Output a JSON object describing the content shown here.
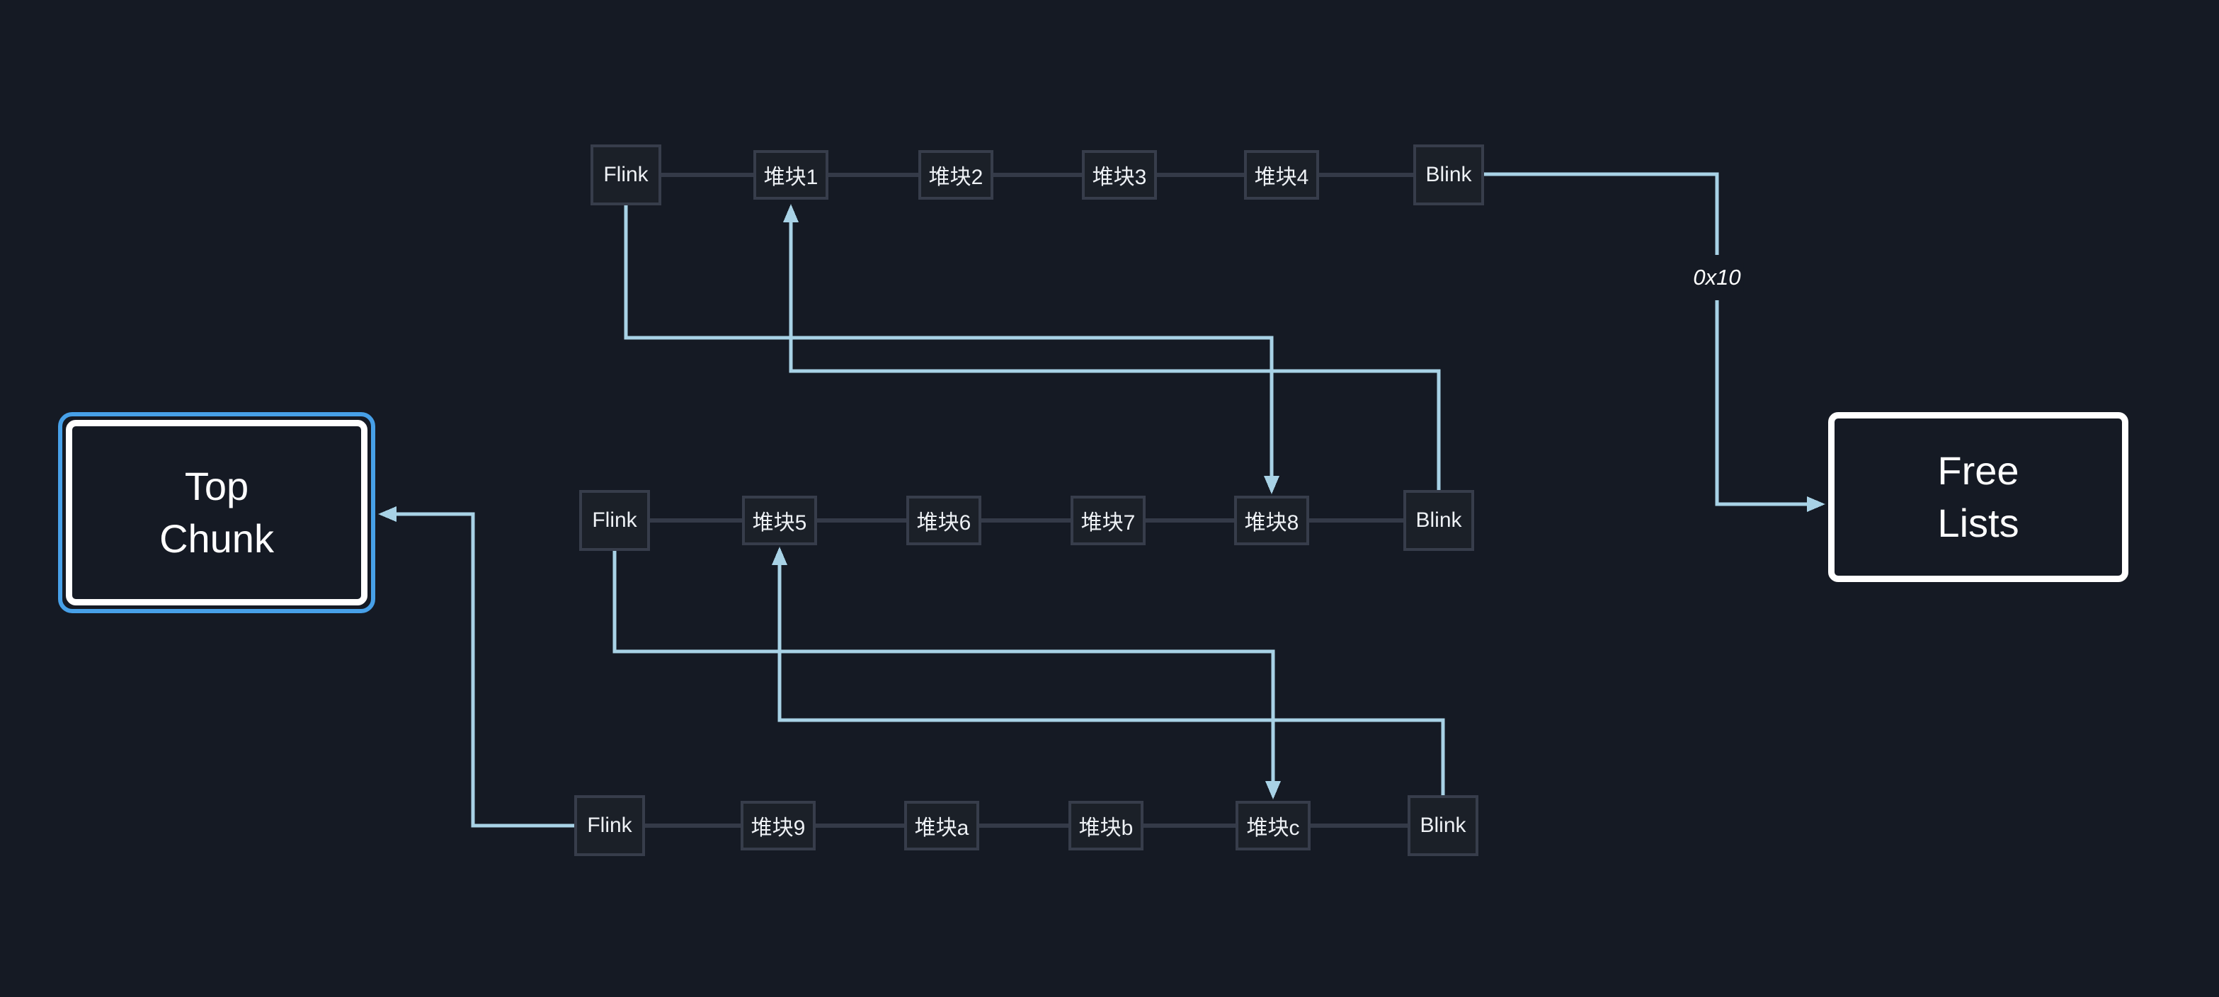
{
  "diagram": {
    "top_chunk_label": "Top\nChunk",
    "free_lists_label": "Free\nLists",
    "offset_label": "0x10",
    "rows": [
      {
        "nodes": [
          "Flink",
          "堆块1",
          "堆块2",
          "堆块3",
          "堆块4",
          "Blink"
        ]
      },
      {
        "nodes": [
          "Flink",
          "堆块5",
          "堆块6",
          "堆块7",
          "堆块8",
          "Blink"
        ]
      },
      {
        "nodes": [
          "Flink",
          "堆块9",
          "堆块a",
          "堆块b",
          "堆块c",
          "Blink"
        ]
      }
    ],
    "colors": {
      "background": "#151a24",
      "node_fill": "#1b2028",
      "node_border": "#373d4b",
      "link_gray": "#343a48",
      "arrow_blue": "#a8d2e6",
      "highlight_blue": "#47a0e8",
      "text": "#ffffff"
    }
  }
}
